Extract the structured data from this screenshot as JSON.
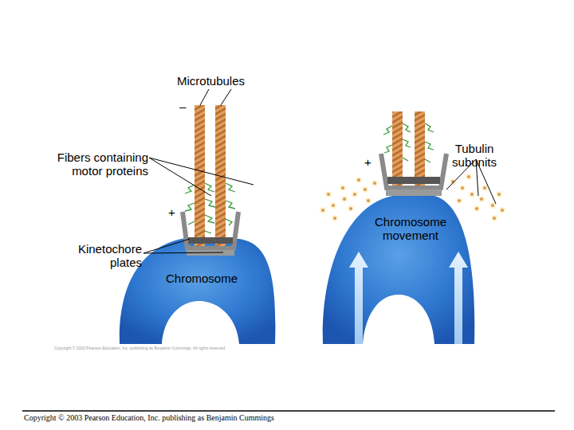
{
  "diagram": {
    "labels": [
      "Microtubules",
      "–",
      "Fibers containing motor proteins",
      "+",
      "Kinetochore plates",
      "Chromosome",
      "Tubulin subunits",
      "+",
      "Chromosome movement",
      "Copyright © 2003 Pearson Education, Inc. publishing as Benjamin Cummings. All rights reserved.",
      "Copyright © 2003 Pearson Education, Inc. publishing as Benjamin Cummings"
    ]
  }
}
